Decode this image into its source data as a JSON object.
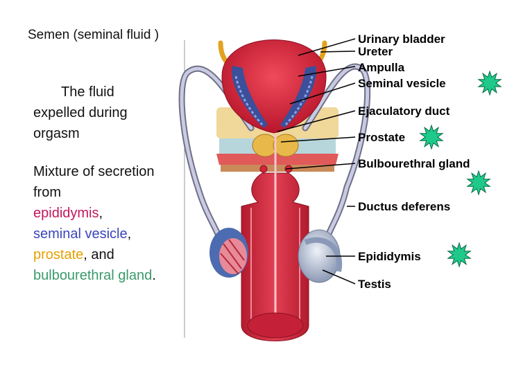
{
  "title": "Semen  (seminal fluid )",
  "description": {
    "line1": "The fluid expelled during orgasm",
    "mixture_intro": "Mixture of secretion from",
    "sources": [
      {
        "text": "epididymis",
        "color": "#c2185b",
        "suffix": ","
      },
      {
        "text": "seminal vesicle",
        "color": "#3a45b8",
        "suffix": ","
      },
      {
        "text": "prostate",
        "color": "#e6a000",
        "suffix": ", and"
      },
      {
        "text": "bulbourethral gland",
        "color": "#3a9a6a",
        "suffix": "."
      }
    ]
  },
  "labels": [
    {
      "text": "Urinary bladder"
    },
    {
      "text": "Ureter"
    },
    {
      "text": "Ampulla"
    },
    {
      "text": "Seminal vesicle",
      "starred": true
    },
    {
      "text": "Ejaculatory duct"
    },
    {
      "text": "Prostate",
      "starred": true
    },
    {
      "text": "Bulbourethral gland",
      "starred": true
    },
    {
      "text": "Ductus deferens"
    },
    {
      "text": "Epididymis",
      "starred": true
    },
    {
      "text": "Testis"
    }
  ],
  "colors": {
    "star": "#1ec98a",
    "organ_red": "#d8243a",
    "vesicle_blue": "#3b4f9a",
    "prostate_yellow": "#e8b84a",
    "testis_gray": "#b9c4d8"
  }
}
